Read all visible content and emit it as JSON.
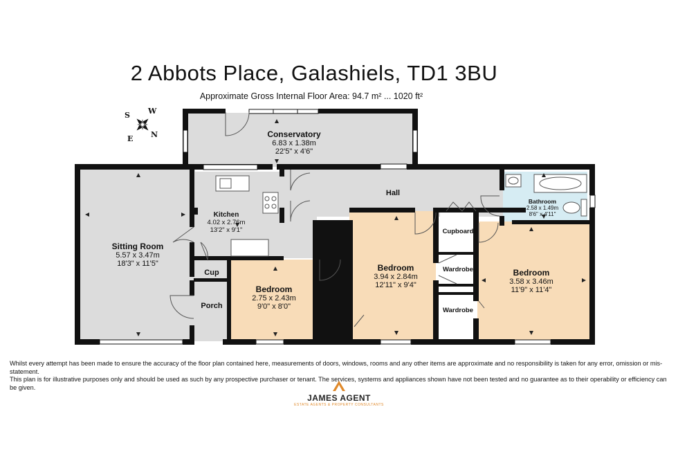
{
  "header": {
    "address": "2 Abbots Place, Galashiels, TD1 3BU",
    "area": "Approximate Gross Internal Floor Area: 94.7 m² ... 1020 ft²"
  },
  "compass": {
    "n": "N",
    "s": "S",
    "e": "E",
    "w": "W"
  },
  "rooms": {
    "conservatory": {
      "name": "Conservatory",
      "metric": "6.83 x 1.38m",
      "imperial": "22'5\" x 4'6\""
    },
    "sitting": {
      "name": "Sitting Room",
      "metric": "5.57 x 3.47m",
      "imperial": "18'3\" x 11'5\""
    },
    "kitchen": {
      "name": "Kitchen",
      "metric": "4.02 x 2.76m",
      "imperial": "13'2\" x 9'1\""
    },
    "bedroom1": {
      "name": "Bedroom",
      "metric": "2.75 x 2.43m",
      "imperial": "9'0\" x 8'0\""
    },
    "bedroom2": {
      "name": "Bedroom",
      "metric": "3.94 x 2.84m",
      "imperial": "12'11\" x 9'4\""
    },
    "bedroom3": {
      "name": "Bedroom",
      "metric": "3.58 x 3.46m",
      "imperial": "11'9\" x 11'4\""
    },
    "bathroom": {
      "name": "Bathroom",
      "metric": "2.58 x 1.49m",
      "imperial": "8'6\" x 4'11\""
    }
  },
  "labels": {
    "hall": "Hall",
    "cupboard": "Cupboard",
    "wardrobe1": "Wardrobe",
    "wardrobe2": "Wardrobe",
    "cup": "Cup",
    "porch": "Porch"
  },
  "disclaimer": {
    "line1": "Whilst every attempt has been made to ensure the accuracy of the floor plan contained here, measurements of doors, windows, rooms and any other items are approximate and no responsibility is taken for any error, omission or mis-statement.",
    "line2": "This plan is for illustrative purposes only and should be used as such by any prospective purchaser or tenant. The services, systems and appliances shown have not been tested and no guarantee as to their operability or efficiency can be given."
  },
  "logo": {
    "name": "JAMES AGENT",
    "tagline": "ESTATE AGENTS & PROPERTY CONSULTANTS"
  },
  "colors": {
    "floor_grey": "#dcdcdc",
    "floor_peach": "#f8dcb8",
    "floor_blue": "#d6ecf3",
    "wall": "#111111",
    "accent": "#e08a2c"
  }
}
